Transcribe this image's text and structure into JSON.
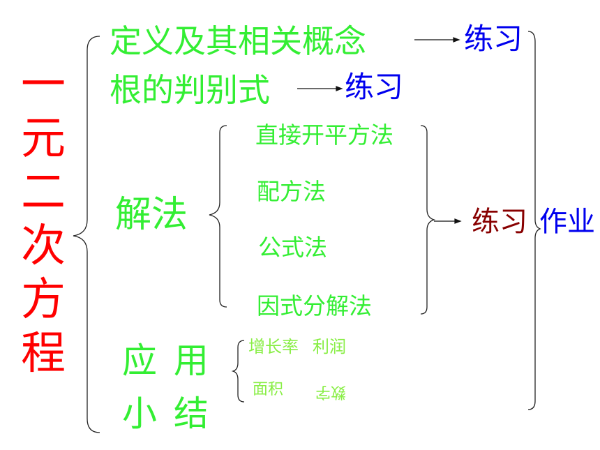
{
  "colors": {
    "red": "#ff0000",
    "green": "#33ee33",
    "light_green": "#88ee44",
    "blue": "#0000ee",
    "dark_red": "#880000",
    "line": "#222222"
  },
  "title_chars": [
    "一",
    "元",
    "二",
    "次",
    "方",
    "程"
  ],
  "branches": {
    "definition": "定义及其相关概念",
    "discriminant": "根的判别式",
    "methods": "解法",
    "application": "应 用",
    "summary": "小 结"
  },
  "methods": [
    "直接开平方法",
    "配方法",
    "公式法",
    "因式分解法"
  ],
  "applications": {
    "growth": "增长率",
    "profit": "利润",
    "area": "面积",
    "digit": "数字"
  },
  "exercise_label": "练习",
  "homework_label": "作业"
}
